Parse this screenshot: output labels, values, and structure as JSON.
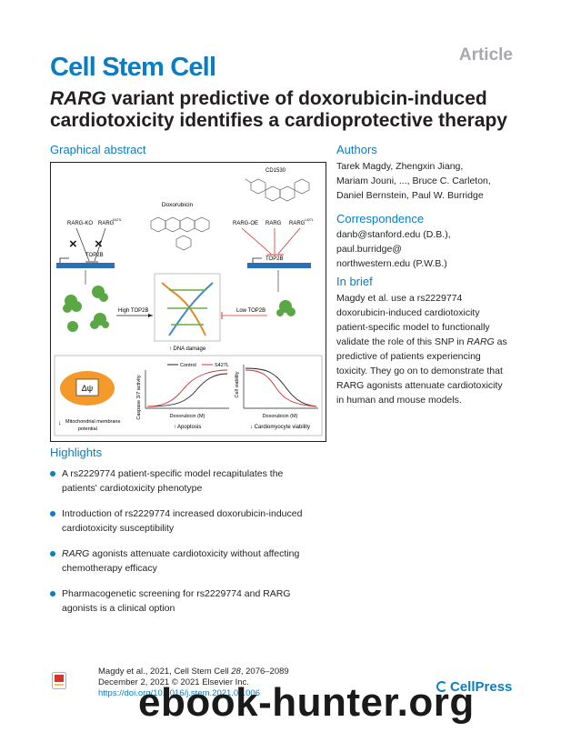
{
  "header": {
    "article_tag": "Article",
    "journal": "Cell Stem Cell",
    "title_gene": "RARG",
    "title_rest": " variant predictive of doxorubicin-induced cardiotoxicity identifies a cardioprotective therapy"
  },
  "graphical_abstract": {
    "heading": "Graphical abstract",
    "labels": {
      "cd1530": "CD1530",
      "doxorubicin": "Doxorubicin",
      "rarg_ko": "RARG-KO",
      "rarg_left": "RARG",
      "rarg_oe": "RARG-OE",
      "rarg_mid": "RARG",
      "rarg_right": "RARG",
      "sup_left": "S427L",
      "sup_right": "L427L",
      "top2b_left": "TOP2B",
      "top2b_right": "TOP2B",
      "high_top2b": "High TOP2B",
      "low_top2b": "Low TOP2B",
      "dna_damage": "↑ DNA damage",
      "delta_psi": "Δψ",
      "mito_line1": "Mitochondrial membrane",
      "mito_line2": "potential",
      "mito_arrow": "↓",
      "legend_control": "Control",
      "legend_s427l": "S427L",
      "caspase": "Caspase 3/7 activity",
      "cell_viability": "Cell viability",
      "dox_m1": "Doxorubicin (M)",
      "dox_m2": "Doxorubicin (M)",
      "apoptosis": "↑ Apoptosis",
      "cardio_viab": "↓ Cardiomyocyte viability"
    }
  },
  "authors": {
    "heading": "Authors",
    "lines": [
      "Tarek Magdy, Zhengxin Jiang,",
      "Mariam Jouni, ..., Bruce C. Carleton,",
      "Daniel Bernstein, Paul W. Burridge"
    ]
  },
  "correspondence": {
    "heading": "Correspondence",
    "lines": [
      "danb@stanford.edu (D.B.),",
      "paul.burridge@",
      "northwestern.edu (P.W.B.)"
    ]
  },
  "in_brief": {
    "heading": "In brief",
    "lines": [
      "Magdy et al. use a rs2229774",
      "doxorubicin-induced cardiotoxicity",
      "patient-specific model to functionally",
      "validate the role of this SNP in ",
      "RARG",
      " as",
      "predictive of patients experiencing",
      "toxicity. They go on to demonstrate that",
      "RARG agonists attenuate cardiotoxicity",
      "in human and mouse models."
    ]
  },
  "highlights": {
    "heading": "Highlights",
    "items": [
      {
        "line1": "A rs2229774 patient-specific model recapitulates the",
        "line2": "patients' cardiotoxicity phenotype"
      },
      {
        "line1": "Introduction of rs2229774 increased doxorubicin-induced",
        "line2": "cardiotoxicity susceptibility"
      },
      {
        "italic": "RARG",
        "line1": " agonists attenuate cardiotoxicity without affecting",
        "line2": "chemotherapy efficacy"
      },
      {
        "line1": "Pharmacogenetic screening for rs2229774 and RARG",
        "line2": "agonists is a clinical option"
      }
    ]
  },
  "citation": {
    "line1a": "Magdy et al., 2021, Cell Stem Cell ",
    "volume": "28",
    "line1b": ", 2076–2089",
    "line2": "December 2, 2021 © 2021 Elsevier Inc.",
    "doi": "https://doi.org/10.1016/j.stem.2021.08.006"
  },
  "cellpress": "CellPress",
  "watermark": "ebook-hunter.org",
  "colors": {
    "brand_blue": "#0a7ec2",
    "control_line": "#231f20",
    "s427l_line": "#d0342c",
    "mito_orange": "#f39a2b"
  }
}
